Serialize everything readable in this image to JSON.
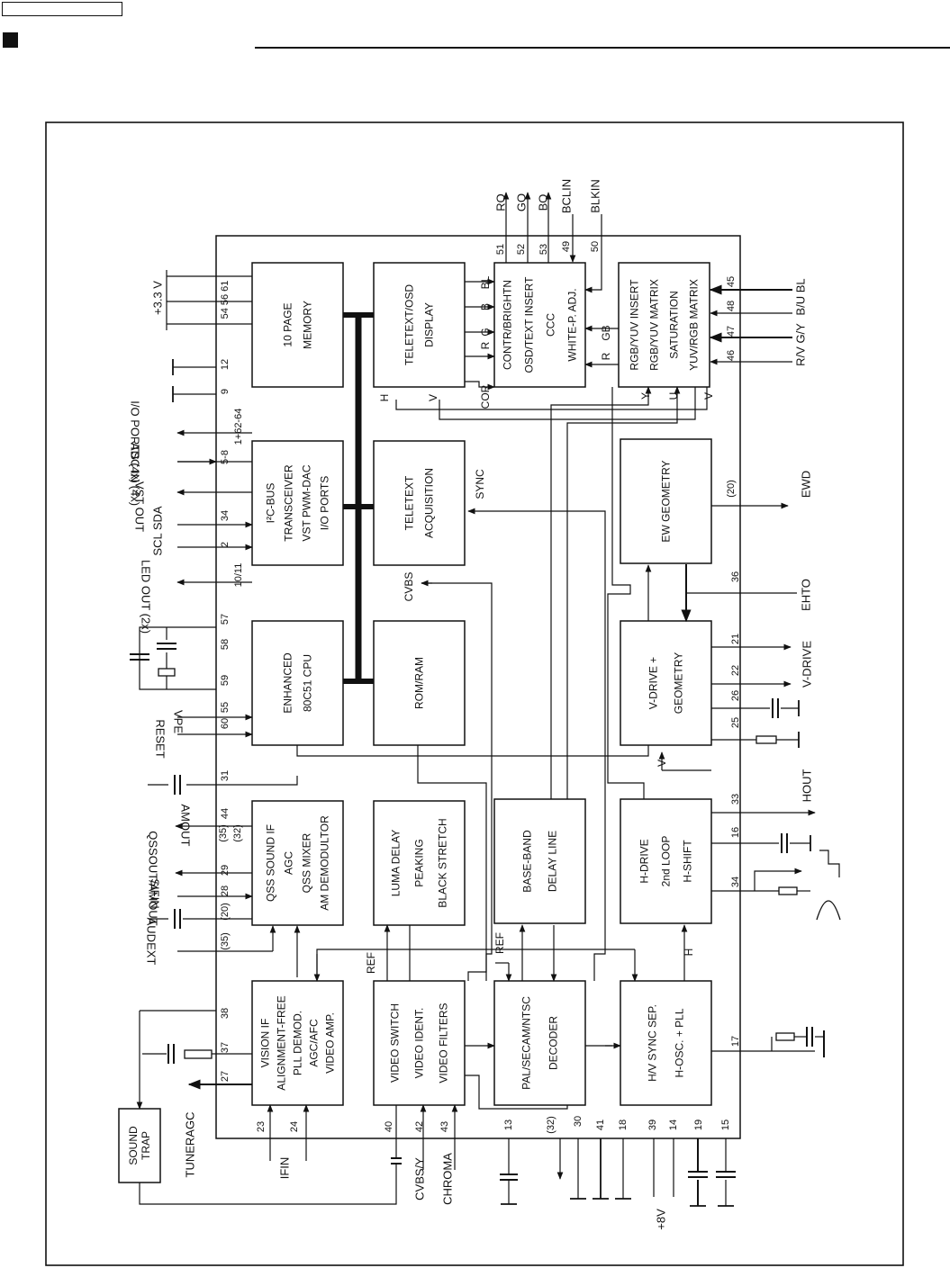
{
  "blocks": [
    {
      "id": "memory",
      "lines": [
        "10 PAGE",
        "MEMORY"
      ]
    },
    {
      "id": "teletext-osd",
      "lines": [
        "TELETEXT/OSD",
        "DISPLAY"
      ]
    },
    {
      "id": "contrast",
      "lines": [
        "CONTR/BRIGHTN",
        "OSD/TEXT INSERT",
        "CCC",
        "WHITE-P. ADJ."
      ]
    },
    {
      "id": "rgbyuv",
      "lines": [
        "RGB/YUV INSERT",
        "RGB/YUV MATRIX",
        "SATURATION",
        "YUV/RGB MATRIX"
      ]
    },
    {
      "id": "i2c",
      "lines": [
        "I²C-BUS",
        "TRANSCEIVER",
        "VST PWM-DAC",
        "I/O PORTS"
      ]
    },
    {
      "id": "acq",
      "lines": [
        "TELETEXT",
        "ACQUISITION"
      ]
    },
    {
      "id": "ew",
      "lines": [
        "EW GEOMETRY"
      ]
    },
    {
      "id": "cpu",
      "lines": [
        "ENHANCED",
        "80C51 CPU"
      ]
    },
    {
      "id": "romram",
      "lines": [
        "ROM/RAM"
      ]
    },
    {
      "id": "vdrive",
      "lines": [
        "V-DRIVE +",
        "GEOMETRY"
      ]
    },
    {
      "id": "qss",
      "lines": [
        "QSS SOUND IF",
        "AGC",
        "QSS MIXER",
        "AM DEMODULTOR"
      ]
    },
    {
      "id": "luma",
      "lines": [
        "LUMA DELAY",
        "PEAKING",
        "BLACK STRETCH"
      ]
    },
    {
      "id": "baseband",
      "lines": [
        "BASE-BAND",
        "DELAY LINE"
      ]
    },
    {
      "id": "hdrive",
      "lines": [
        "H-DRIVE",
        "2nd LOOP",
        "H-SHIFT"
      ]
    },
    {
      "id": "visionif",
      "lines": [
        "VISION IF",
        "ALIGNMENT-FREE",
        "PLL DEMOD.",
        "AGC/AFC",
        "VIDEO AMP."
      ]
    },
    {
      "id": "vswitch",
      "lines": [
        "VIDEO SWITCH",
        "VIDEO IDENT.",
        "VIDEO FILTERS"
      ]
    },
    {
      "id": "decoder",
      "lines": [
        "PAL/SECAM/NTSC",
        "DECODER"
      ]
    },
    {
      "id": "hvsync",
      "lines": [
        "H/V SYNC SEP.",
        "H-OSC. + PLL"
      ]
    },
    {
      "id": "soundtrap",
      "lines": [
        "SOUND",
        "TRAP"
      ]
    }
  ],
  "pins": [
    "51",
    "52",
    "53",
    "49",
    "50",
    "45",
    "48",
    "47",
    "46",
    "54  56  61",
    "12",
    "9",
    "1+62-64",
    "5-8",
    "34",
    "2",
    "10/11",
    "57",
    "58",
    "59",
    "55",
    "60",
    "31",
    "44",
    "(35)",
    "(32)",
    "29",
    "28",
    "(20)",
    "(35)",
    "38",
    "37",
    "27",
    "23",
    "24",
    "40",
    "42",
    "43",
    "13",
    "(32)",
    "30",
    "41",
    "18",
    "39",
    "14",
    "19",
    "15",
    "17",
    "34",
    "16",
    "33",
    "25",
    "26",
    "22",
    "21",
    "36",
    "(20)"
  ],
  "signals": [
    "RO",
    "GO",
    "BO",
    "BCLIN",
    "BLKIN",
    "B/U",
    "BL",
    "G/Y",
    "R/V",
    "+3.3 V",
    "I/O PORTS (4x)",
    "ADC IN (4x)",
    "VST OUT",
    "SCL",
    "SDA",
    "LED OUT (2x)",
    "VPE",
    "RESET",
    "AMOUT",
    "QSSOUT/AMOUT",
    "SIFIN",
    "AUDEXT",
    "TUNERAGC",
    "IFIN",
    "CVBS/Y",
    "CHROMA",
    "+8V",
    "HOUT",
    "V-DRIVE",
    "EHTO",
    "EWD"
  ],
  "inner_labels": [
    "BL",
    "B",
    "G",
    "R",
    "COR",
    "H",
    "V",
    "GB",
    "R",
    "Y",
    "U",
    "V",
    "SYNC",
    "CVBS",
    "REF",
    "REF",
    "V",
    "H"
  ]
}
